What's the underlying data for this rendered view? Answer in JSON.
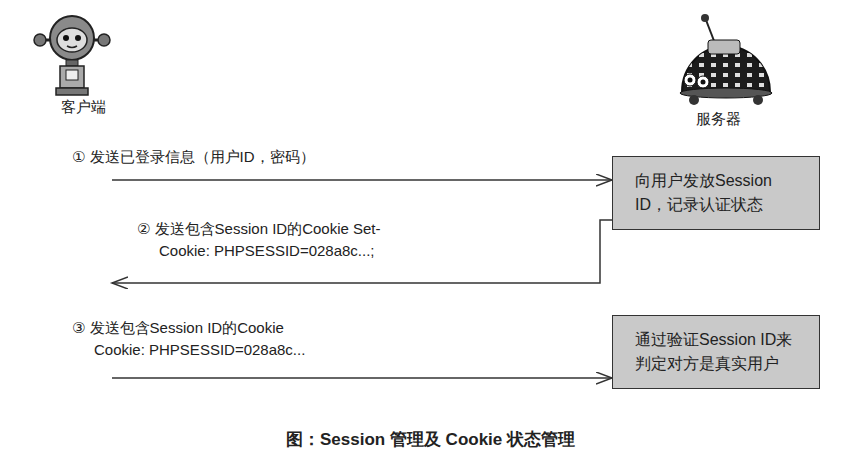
{
  "diagram": {
    "caption": "图：Session 管理及 Cookie 状态管理",
    "nodes": [
      {
        "text": [
          "客户端"
        ]
      },
      {
        "text": [
          "服务器"
        ]
      },
      {
        "text": [
          "向用户发放Session ID，记录认证状态"
        ]
      },
      {
        "text": [
          "通过验证Session ID来判定对方是真实用户"
        ]
      }
    ],
    "edges": [
      {
        "from": 0,
        "to": 2,
        "arrow": "to",
        "label": "① 发送已登录信息（用户ID，密码）"
      },
      {
        "from": 2,
        "to": 0,
        "arrow": "to",
        "label": "② 发送包含Session ID的Cookie Set-Cookie: PHPSESSID=028a8c...;"
      },
      {
        "from": 0,
        "to": 3,
        "arrow": "to",
        "label": "③ 发送包含Session ID的Cookie Cookie: PHPSESSID=028a8c..."
      }
    ]
  }
}
